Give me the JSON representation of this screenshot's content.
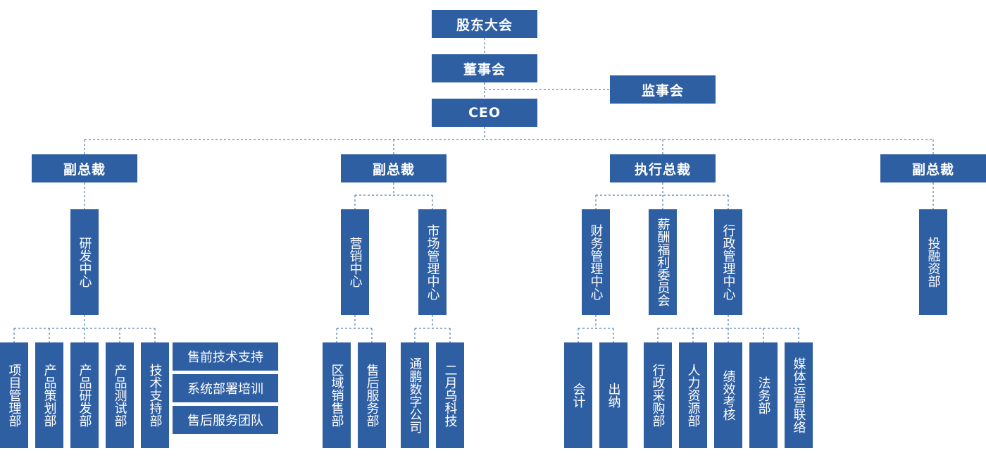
{
  "org": {
    "shareholders": "股东大会",
    "board": "董事会",
    "supervisors": "监事会",
    "ceo": "CEO",
    "vp1": "副总裁",
    "vp2": "副总裁",
    "evp": "执行总裁",
    "vp3": "副总裁",
    "rd_center": "研发中心",
    "marketing_center": "营销中心",
    "market_mgmt_center": "市场管理中心",
    "finance_center": "财务管理中心",
    "compensation_committee": "薪酬福利委员会",
    "admin_center": "行政管理中心",
    "investment_dept": "投融资部",
    "project_mgmt": "项目管理部",
    "product_planning": "产品策划部",
    "product_rd": "产品研发部",
    "product_testing": "产品测试部",
    "tech_support": "技术支持部",
    "presales_support": "售前技术支持",
    "deployment_training": "系统部署培训",
    "aftersales_team": "售后服务团队",
    "regional_sales": "区域销售部",
    "aftersales_dept": "售后服务部",
    "tongpeng": "通鹏数字公司",
    "erwu_tech": "二月乌科技",
    "accounting": "会计",
    "cashier": "出纳",
    "admin_procurement": "行政采购部",
    "hr": "人力资源部",
    "performance": "绩效考核",
    "legal": "法务部",
    "media_relations": "媒体运营联络"
  }
}
